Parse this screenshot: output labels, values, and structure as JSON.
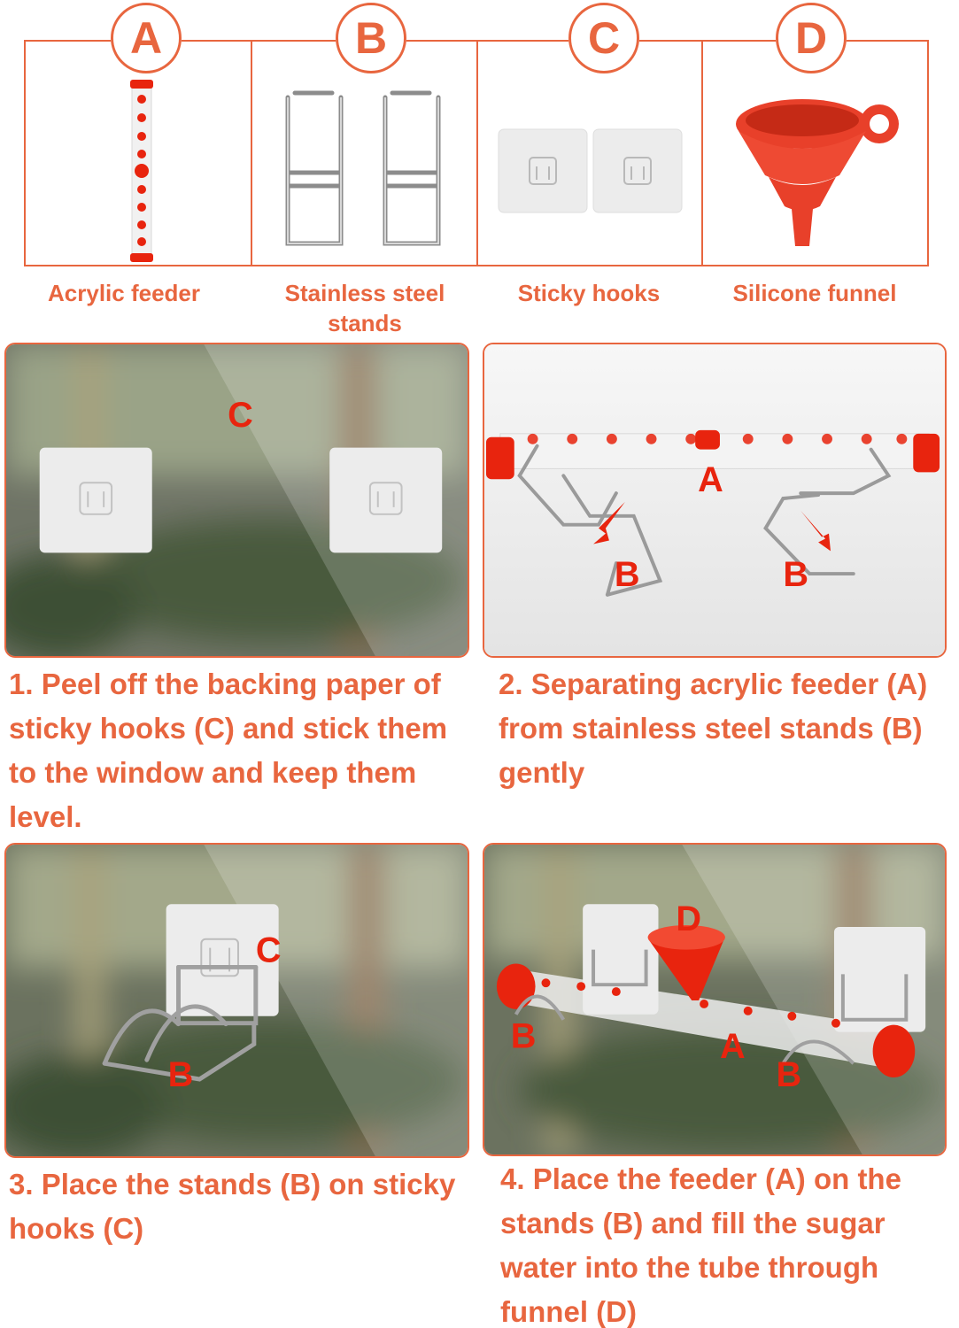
{
  "parts": [
    {
      "letter": "A",
      "caption": "Acrylic feeder"
    },
    {
      "letter": "B",
      "caption": "Stainless steel stands"
    },
    {
      "letter": "C",
      "caption": "Sticky hooks"
    },
    {
      "letter": "D",
      "caption": "Silicone funnel"
    }
  ],
  "labels": {
    "a": "A",
    "b": "B",
    "c": "C",
    "d": "D"
  },
  "steps": [
    {
      "text": "1. Peel off the backing paper of sticky hooks (C) and stick them to the window and keep them level."
    },
    {
      "text": "2. Separating acrylic feeder (A) from stainless steel stands (B) gently"
    },
    {
      "text": "3. Place the stands (B) on sticky hooks (C)"
    },
    {
      "text": "4. Place the feeder (A) on the stands (B) and fill the sugar water into the tube through funnel (D)"
    }
  ],
  "colors": {
    "accent": "#e8663f",
    "product_red": "#e8240e",
    "label_red": "#e8240e"
  }
}
